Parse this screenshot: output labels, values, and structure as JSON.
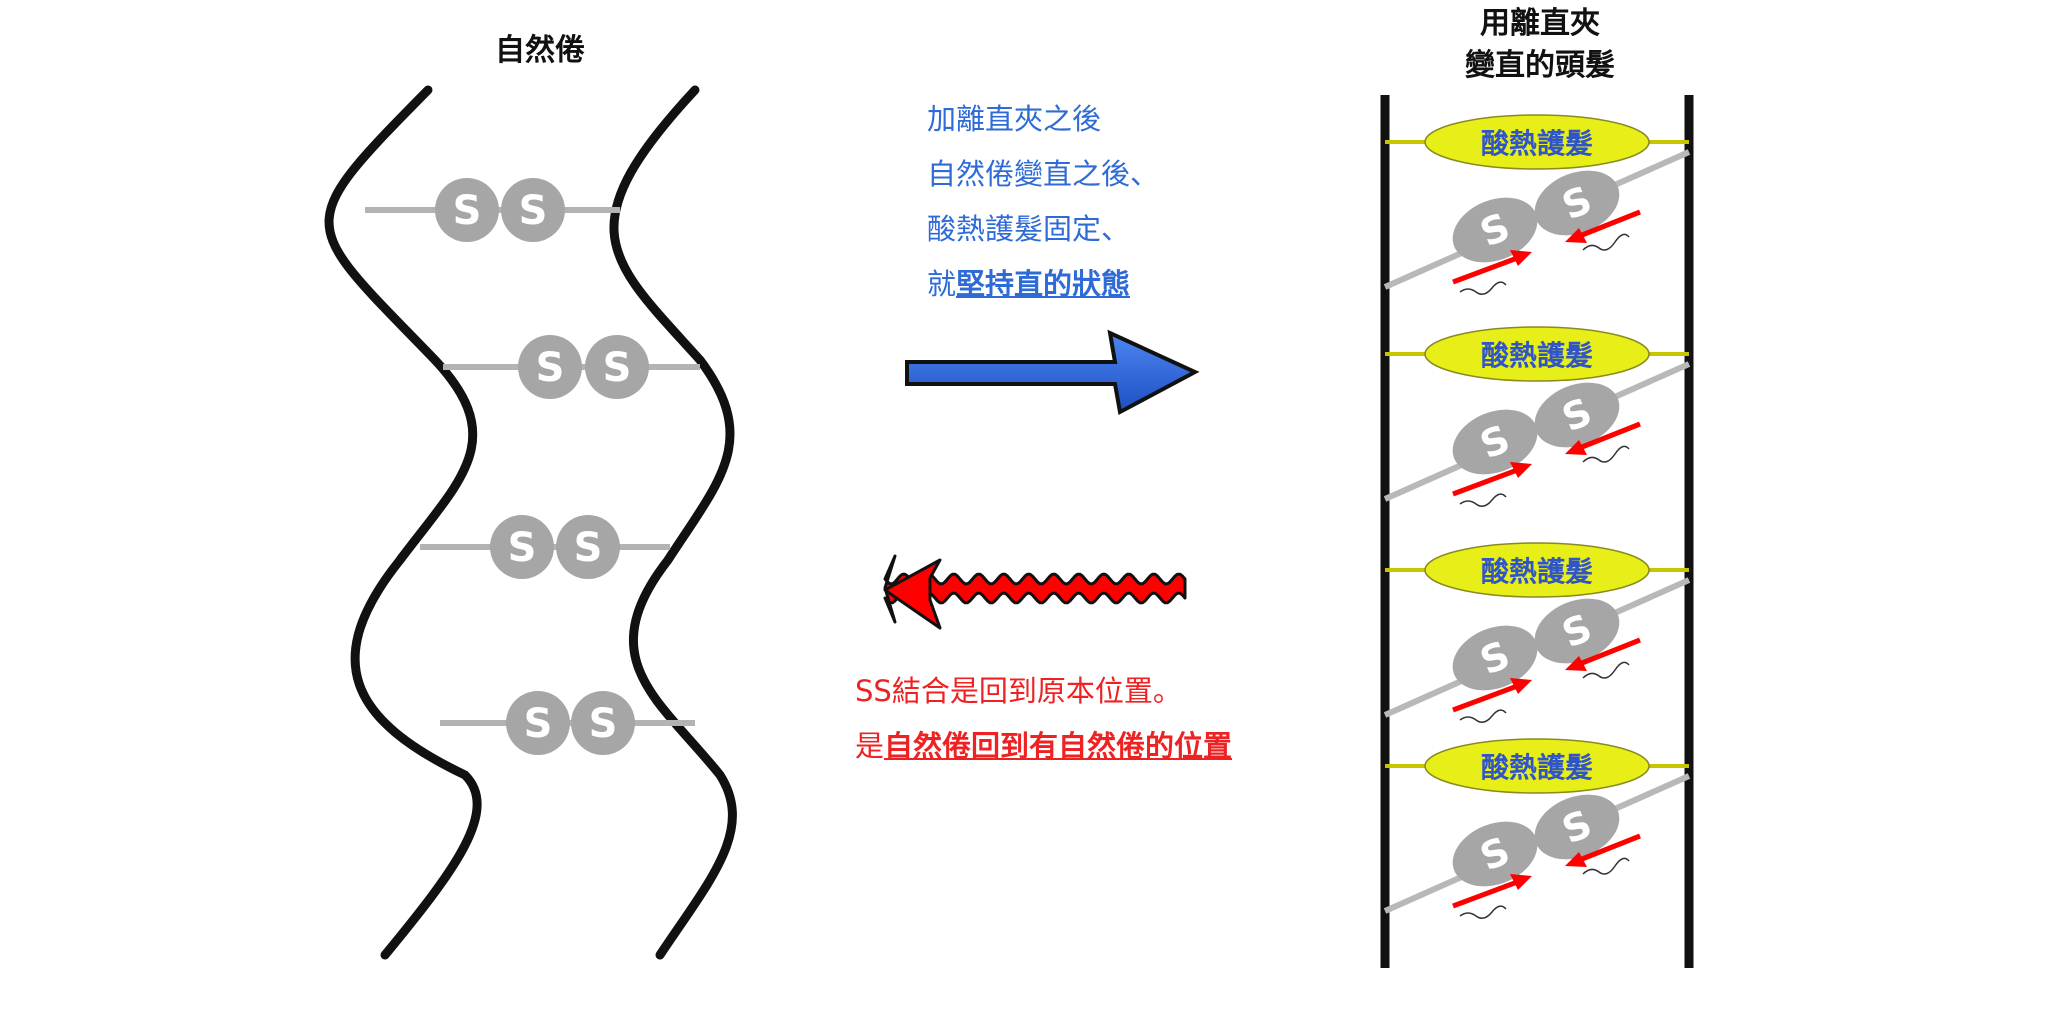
{
  "left_title": "自然倦",
  "right_title": {
    "line1": "用離直夾",
    "line2": "變直的頭髮"
  },
  "blue_note": {
    "line1": "加離直夾之後",
    "line2": "自然倦變直之後、",
    "line3": "酸熱護髮固定、",
    "line4_prefix": "就",
    "line4_emphasis": "堅持直的狀態"
  },
  "red_note": {
    "line1": "SS結合是回到原本位置。",
    "line2_prefix": "是",
    "line2_emphasis": "自然倦回到有自然倦的位置"
  },
  "bond_letter": "S",
  "treatment_label": "酸熱護髮",
  "colors": {
    "strand": "#111111",
    "bond_circle": "#a6a6a6",
    "bond_line": "#b3b3b3",
    "blue_arrow": "#2a63d8",
    "red_arrow": "#ff0000",
    "ellipse_fill": "#e8ee17",
    "ellipse_text": "#2f55c8",
    "blue_text": "#2f6bd6",
    "red_text": "#ee2222"
  }
}
